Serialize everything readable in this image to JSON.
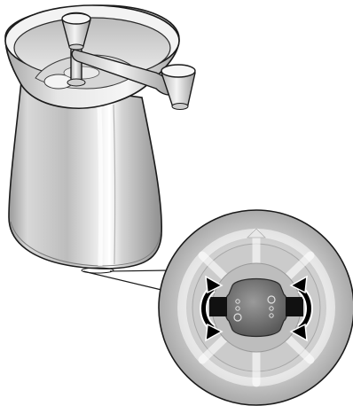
{
  "figure": {
    "kind": "product-illustration",
    "subject": "manual-coffee-grinder",
    "parts": [
      {
        "id": "hopper",
        "icon": "hopper-bowl-icon"
      },
      {
        "id": "crank-knob",
        "icon": "crank-knob-icon"
      },
      {
        "id": "crank-arm",
        "icon": "crank-arm-icon"
      },
      {
        "id": "handle-knob",
        "icon": "handle-knob-icon"
      },
      {
        "id": "grinder-body",
        "icon": "grinder-body-icon"
      },
      {
        "id": "adjustment-dial",
        "icon": "adjustment-dial-icon"
      }
    ],
    "callout": {
      "target": "grinder-base",
      "annotations": [
        {
          "id": "rotate-left",
          "icon": "curved-double-arrow-icon"
        },
        {
          "id": "rotate-right",
          "icon": "curved-double-arrow-icon"
        }
      ]
    },
    "colors": {
      "outline": "#1a1a1a",
      "metal_light": "#f2f2f2",
      "metal_mid": "#c8c8c8",
      "metal_dark": "#8e8e8e",
      "dial_dark": "#6a6a6a",
      "arrow": "#000000"
    }
  }
}
